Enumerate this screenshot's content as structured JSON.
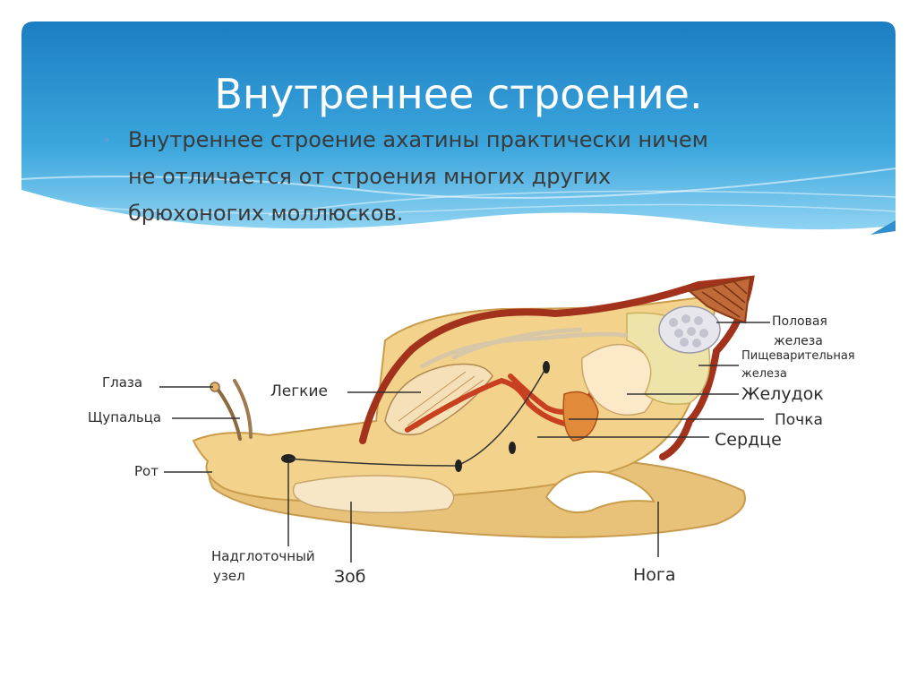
{
  "slide": {
    "title": "Внутреннее строение.",
    "body_lines": [
      "Внутреннее строение ахатины практически ничем",
      "не отличается от строения многих других",
      "брюхоногих моллюсков."
    ]
  },
  "diagram": {
    "labels": {
      "eyes": "Глаза",
      "tentacles": "Щупальца",
      "mouth": "Рот",
      "ganglion_1": "Надглоточный",
      "ganglion_2": "узел",
      "crop": "Зоб",
      "lungs": "Легкие",
      "gonad_1": "Половая",
      "gonad_2": "железа",
      "digestive_1": "Пищеварительная",
      "digestive_2": "железа",
      "stomach": "Желудок",
      "kidney": "Почка",
      "heart": "Сердце",
      "foot": "Нога"
    }
  },
  "colors": {
    "header_blue": "#1e86c8",
    "body_tan": "#f0d28a",
    "shell_red": "#a2321c",
    "organ_red": "#c8401f"
  }
}
